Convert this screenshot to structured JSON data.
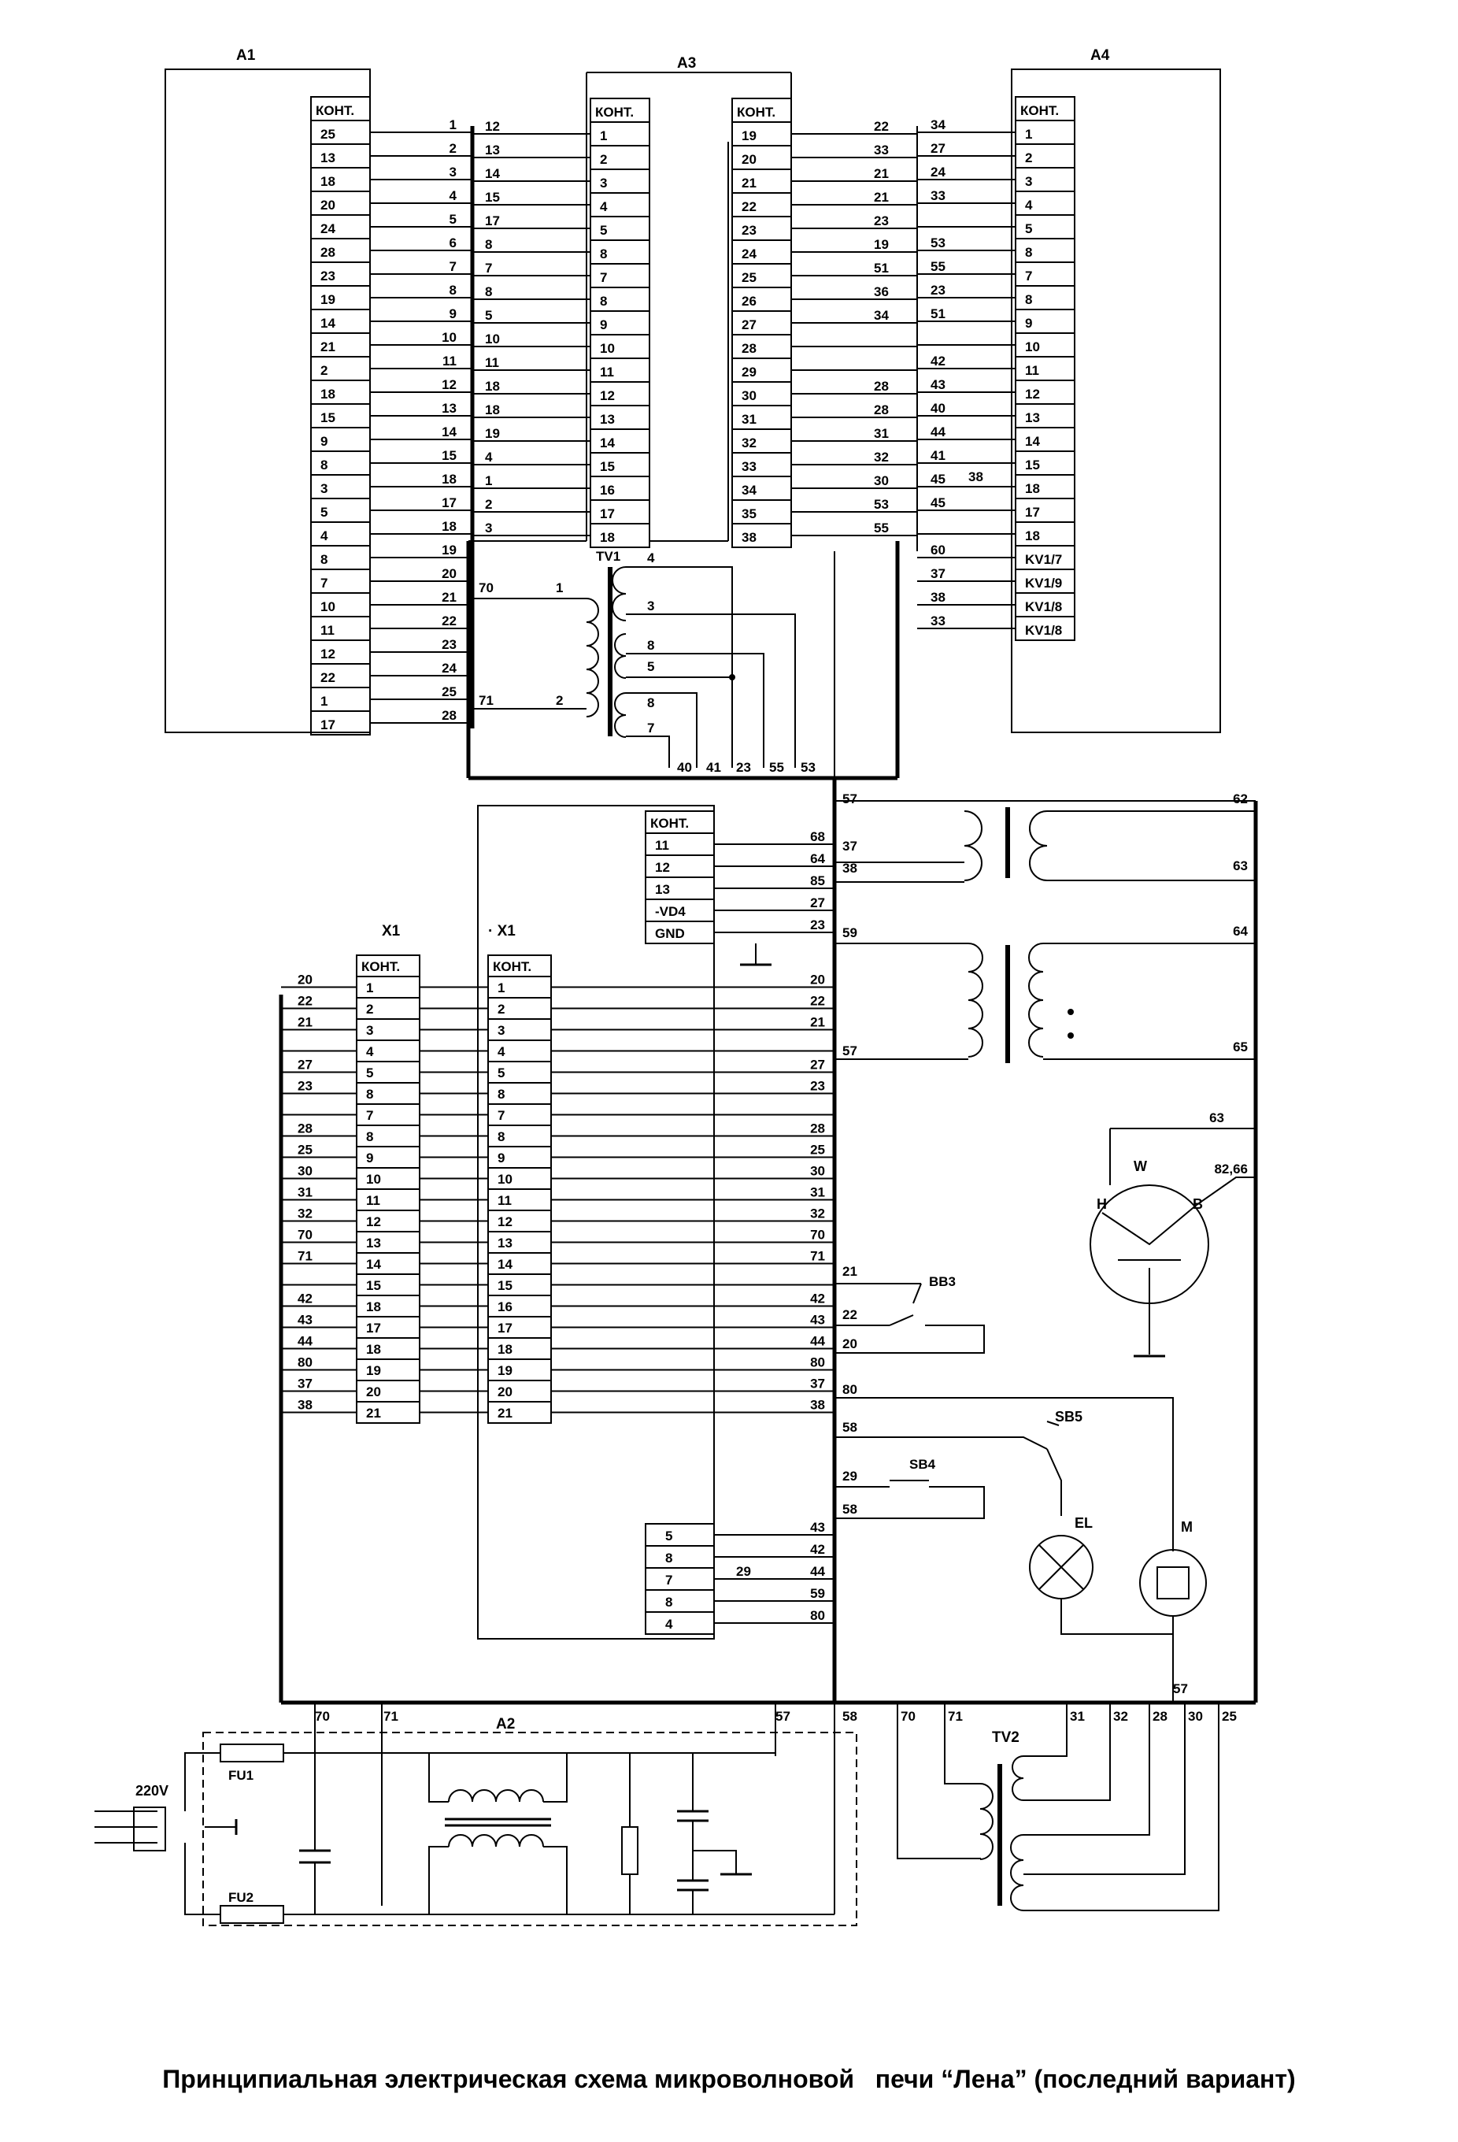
{
  "caption": "Принципиальная электрическая схема микроволновой   печи “Лена” (последний вариант)",
  "blocks": {
    "A1": "A1",
    "A3": "A3",
    "A4": "A4",
    "A2": "A2",
    "X1_left": "X1",
    "X1_right": "· X1",
    "TV1": "TV1",
    "TV2": "TV2",
    "W": "W",
    "H": "H",
    "B": "B",
    "BB3": "BB3",
    "SB5": "SB5",
    "SB4": "SB4",
    "EL": "EL",
    "M": "M",
    "FU1": "FU1",
    "FU2": "FU2",
    "supply": "220V"
  },
  "kont_header": "КОНТ.",
  "a1_rows": [
    "25",
    "13",
    "18",
    "20",
    "24",
    "28",
    "23",
    "19",
    "14",
    "21",
    "2",
    "18",
    "15",
    "9",
    "8",
    "3",
    "5",
    "4",
    "8",
    "7",
    "10",
    "11",
    "12",
    "22",
    "1",
    "17"
  ],
  "a1_wires": [
    "1",
    "2",
    "3",
    "4",
    "5",
    "6",
    "7",
    "8",
    "9",
    "10",
    "11",
    "12",
    "13",
    "14",
    "15",
    "18",
    "17",
    "18",
    "19",
    "20",
    "21",
    "22",
    "23",
    "24",
    "25",
    "28"
  ],
  "a3a_wires": [
    "12",
    "13",
    "14",
    "15",
    "17",
    "8",
    "7",
    "8",
    "5",
    "10",
    "11",
    "18",
    "18",
    "19",
    "4",
    "1",
    "2",
    "3"
  ],
  "a3a_rows": [
    "1",
    "2",
    "3",
    "4",
    "5",
    "8",
    "7",
    "8",
    "9",
    "10",
    "11",
    "12",
    "13",
    "14",
    "15",
    "16",
    "17",
    "18"
  ],
  "a3b_rows": [
    "19",
    "20",
    "21",
    "22",
    "23",
    "24",
    "25",
    "26",
    "27",
    "28",
    "29",
    "30",
    "31",
    "32",
    "33",
    "34",
    "35",
    "38"
  ],
  "a3b_wires": [
    "22",
    "33",
    "21",
    "21",
    "23",
    "19",
    "51",
    "36",
    "34",
    "",
    "",
    "28",
    "28",
    "31",
    "32",
    "30",
    "53",
    "55"
  ],
  "a4_wires": [
    "34",
    "27",
    "24",
    "33",
    "",
    "53",
    "55",
    "23",
    "51",
    "",
    "42",
    "43",
    "40",
    "44",
    "41",
    "45",
    "45",
    "",
    "60",
    "37",
    "38",
    "33"
  ],
  "a4_rows": [
    "1",
    "2",
    "3",
    "4",
    "5",
    "8",
    "7",
    "8",
    "9",
    "10",
    "11",
    "12",
    "13",
    "14",
    "15",
    "18",
    "17",
    "18",
    "KV1/7",
    "KV1/9",
    "KV1/8",
    "KV1/8"
  ],
  "a4_extra": "38",
  "tv1": {
    "primary": [
      "70",
      "1",
      "71",
      "2"
    ],
    "secondary": [
      "4",
      "3",
      "8",
      "5",
      "8",
      "7"
    ],
    "bottom": [
      "40",
      "41",
      "23",
      "55",
      "53"
    ]
  },
  "ctrl_rows": [
    "11",
    "12",
    "13",
    "-VD4",
    "GND"
  ],
  "ctrl_wires": [
    "68",
    "64",
    "85",
    "27",
    "23"
  ],
  "x1_rows": [
    "1",
    "2",
    "3",
    "4",
    "5",
    "8",
    "7",
    "8",
    "9",
    "10",
    "11",
    "12",
    "13",
    "14",
    "15",
    "18",
    "17",
    "18",
    "19",
    "20",
    "21"
  ],
  "x1_right_rows": [
    "1",
    "2",
    "3",
    "4",
    "5",
    "8",
    "7",
    "8",
    "9",
    "10",
    "11",
    "12",
    "13",
    "14",
    "15",
    "16",
    "17",
    "18",
    "19",
    "20",
    "21"
  ],
  "x1_left_wires": [
    "20",
    "22",
    "21",
    "",
    "27",
    "23",
    "",
    "28",
    "25",
    "30",
    "31",
    "32",
    "70",
    "71",
    "",
    "42",
    "43",
    "44",
    "80",
    "37",
    "38"
  ],
  "x1_right_wires": [
    "20",
    "22",
    "21",
    "",
    "27",
    "23",
    "",
    "28",
    "25",
    "30",
    "31",
    "32",
    "70",
    "71",
    "",
    "42",
    "43",
    "44",
    "80",
    "37",
    "38"
  ],
  "lower_rows": [
    "5",
    "8",
    "7",
    "8",
    "4"
  ],
  "lower_wires": [
    "43",
    "42",
    "44",
    "59",
    "80"
  ],
  "lower_extra": "29",
  "right_panel": {
    "t1_left": [
      "57",
      "37",
      "38"
    ],
    "t1_right": [
      "62",
      "63"
    ],
    "t2_left": [
      "59",
      "57"
    ],
    "t2_right": [
      "64",
      "65"
    ],
    "w_labels": [
      "63",
      "82,66"
    ],
    "bb3": [
      "21",
      "22",
      "20"
    ],
    "sw": [
      "80",
      "58",
      "29",
      "58"
    ],
    "bottom": "57"
  },
  "bottom_wires": {
    "a2_top": [
      "70",
      "71",
      "57",
      "58"
    ],
    "tv2_top": [
      "70",
      "71",
      "31",
      "32",
      "28",
      "30",
      "25"
    ]
  }
}
